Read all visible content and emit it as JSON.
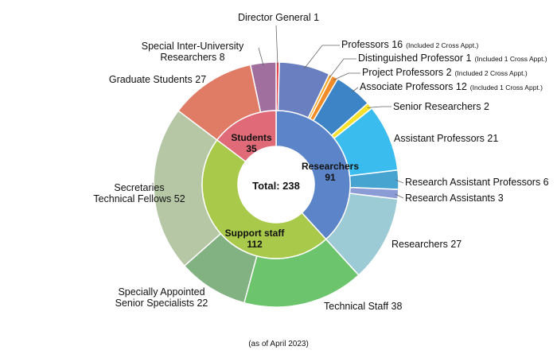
{
  "chart_data": {
    "type": "pie",
    "subtype": "nested-donut",
    "total_label": "Total: 238",
    "note": "(as of April 2023)",
    "inner": [
      {
        "name": "Researchers",
        "value": 91,
        "value_text": "91",
        "color": "#5b85c8"
      },
      {
        "name": "Support staff",
        "value": 112,
        "value_text": "112",
        "color": "#a9c94a"
      },
      {
        "name": "Students",
        "value": 35,
        "value_text": "35",
        "color": "#e06a78"
      }
    ],
    "outer": [
      {
        "label": "Director General 1",
        "extra": "",
        "value": 1,
        "color": "#e8414e"
      },
      {
        "label": "Professors 16",
        "extra": "(Included 2 Cross Appt.)",
        "value": 16,
        "color": "#6a7fbf"
      },
      {
        "label": "Distinguished Professor 1",
        "extra": "(Included 1 Cross Appt.)",
        "value": 1,
        "color": "#f5a623"
      },
      {
        "label": "Project Professors 2",
        "extra": "(Included 2 Cross Appt.)",
        "value": 2,
        "color": "#f28c28"
      },
      {
        "label": "Associate Professors 12",
        "extra": "(Included 1 Cross Appt.)",
        "value": 12,
        "color": "#3d84c6"
      },
      {
        "label": "Senior Researchers 2",
        "extra": "",
        "value": 2,
        "color": "#f5e02b"
      },
      {
        "label": "Assistant Professors 21",
        "extra": "",
        "value": 21,
        "color": "#3bbcee"
      },
      {
        "label": "Research Assistant Professors 6",
        "extra": "",
        "value": 6,
        "color": "#47a3cf"
      },
      {
        "label": "Research Assistants 3",
        "extra": "",
        "value": 3,
        "color": "#8a9bd6"
      },
      {
        "label": "Researchers 27",
        "extra": "",
        "value": 27,
        "color": "#9ccbd6"
      },
      {
        "label": "Technical Staff 38",
        "extra": "",
        "value": 38,
        "color": "#6cc56c"
      },
      {
        "label": "Specially Appointed\nSenior Specialists 22",
        "extra": "",
        "value": 22,
        "color": "#82b182"
      },
      {
        "label": "Secretaries\nTechnical Fellows 52",
        "extra": "",
        "value": 52,
        "color": "#b5c7a5"
      },
      {
        "label": "Graduate Students 27",
        "extra": "",
        "value": 27,
        "color": "#e07b66"
      },
      {
        "label": "Special Inter-University\nResearchers 8",
        "extra": "",
        "value": 8,
        "color": "#a06f9e"
      }
    ]
  }
}
